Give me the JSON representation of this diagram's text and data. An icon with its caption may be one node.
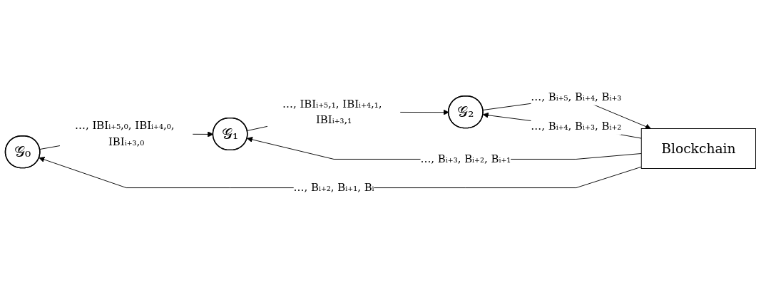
{
  "diagram": {
    "nodes": [
      {
        "text": [
          "𝒢₀"
        ]
      },
      {
        "text": [
          "𝒢₁"
        ]
      },
      {
        "text": [
          "𝒢₂"
        ]
      },
      {
        "text": [
          "Blockchain"
        ]
      }
    ],
    "edges": [
      {
        "from": 3,
        "to": 0,
        "arrow": "to",
        "label": "…, Bᵢ₊₂, Bᵢ₊₁, Bᵢ"
      },
      {
        "from": 0,
        "to": 1,
        "arrow": "to",
        "label": "…, IBIᵢ₊₅,₀, IBIᵢ₊₄,₀, IBIᵢ₊₃,₀"
      },
      {
        "from": 3,
        "to": 1,
        "arrow": "to",
        "label": "…, Bᵢ₊₃, Bᵢ₊₂, Bᵢ₊₁"
      },
      {
        "from": 1,
        "to": 2,
        "arrow": "to",
        "label": "…, IBIᵢ₊₅,₁, IBIᵢ₊₄,₁, IBIᵢ₊₃,₁"
      },
      {
        "from": 3,
        "to": 2,
        "arrow": "to",
        "label": "…, Bᵢ₊₄, Bᵢ₊₃, Bᵢ₊₂"
      },
      {
        "from": 2,
        "to": 3,
        "arrow": "to",
        "label": "…, Bᵢ₊₅, Bᵢ₊₄, Bᵢ₊₃"
      }
    ]
  }
}
